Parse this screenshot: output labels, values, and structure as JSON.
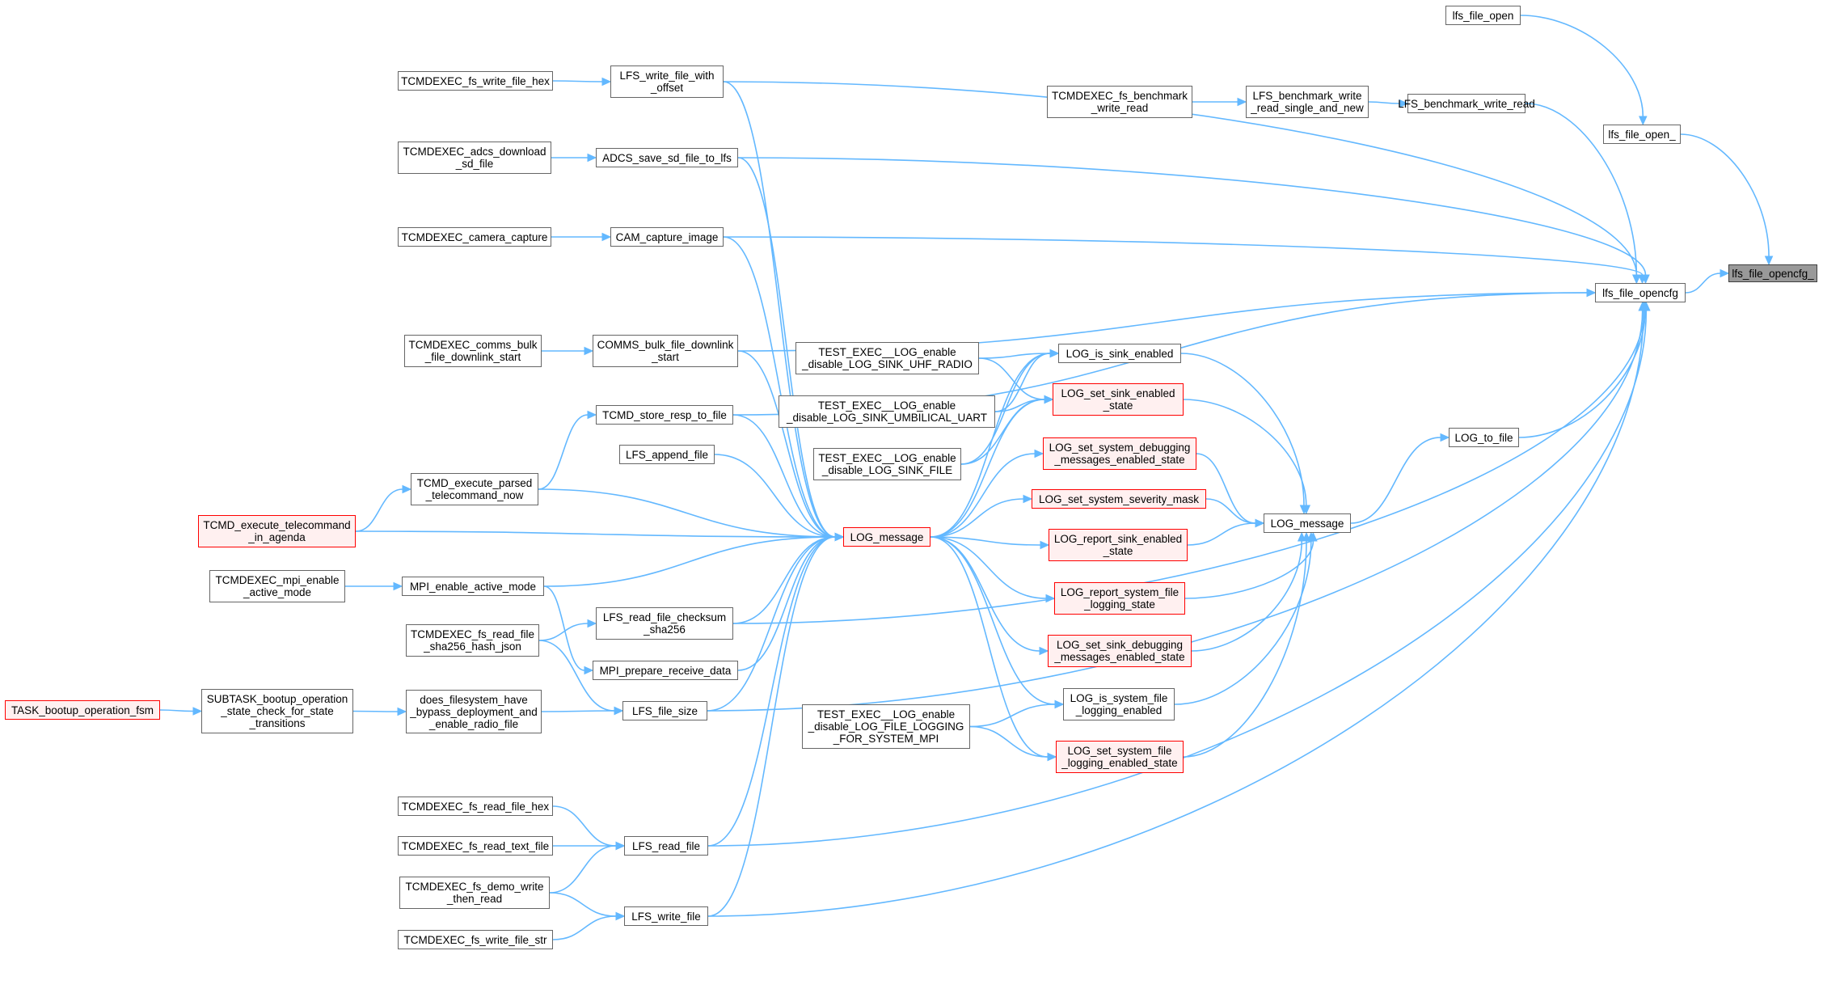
{
  "colors": {
    "edge": "#63b8ff",
    "node_border": "#666666",
    "highlight_border": "#ff0000",
    "highlight_fill": "#fff0f0",
    "focus_fill": "#999999"
  },
  "nodes": {
    "lfs_file_opencfg_": {
      "label": "lfs_file_opencfg_",
      "style": "focus"
    },
    "lfs_file_opencfg": {
      "label": "lfs_file_opencfg"
    },
    "lfs_file_open": {
      "label": "lfs_file_open"
    },
    "lfs_file_open_": {
      "label": "lfs_file_open_"
    },
    "LFS_benchmark_write_read": {
      "label": "LFS_benchmark_write_read"
    },
    "LFS_benchmark_write_read_single_and_new": {
      "label": "LFS_benchmark_write\n_read_single_and_new"
    },
    "TCMDEXEC_fs_benchmark_write_read": {
      "label": "TCMDEXEC_fs_benchmark\n_write_read"
    },
    "LOG_to_file": {
      "label": "LOG_to_file"
    },
    "LOG_message_center": {
      "label": "LOG_message"
    },
    "LOG_message": {
      "label": "LOG_message",
      "style": "red"
    },
    "LFS_write_file_with_offset": {
      "label": "LFS_write_file_with\n_offset"
    },
    "TCMDEXEC_fs_write_file_hex": {
      "label": "TCMDEXEC_fs_write_file_hex"
    },
    "ADCS_save_sd_file_to_lfs": {
      "label": "ADCS_save_sd_file_to_lfs"
    },
    "TCMDEXEC_adcs_download_sd_file": {
      "label": "TCMDEXEC_adcs_download\n_sd_file"
    },
    "CAM_capture_image": {
      "label": "CAM_capture_image"
    },
    "TCMDEXEC_camera_capture": {
      "label": "TCMDEXEC_camera_capture"
    },
    "COMMS_bulk_file_downlink_start": {
      "label": "COMMS_bulk_file_downlink\n_start"
    },
    "TCMDEXEC_comms_bulk_file_downlink_start": {
      "label": "TCMDEXEC_comms_bulk\n_file_downlink_start"
    },
    "TCMD_store_resp_to_file": {
      "label": "TCMD_store_resp_to_file"
    },
    "LFS_append_file": {
      "label": "LFS_append_file"
    },
    "TCMD_execute_parsed_telecommand_now": {
      "label": "TCMD_execute_parsed\n_telecommand_now"
    },
    "TCMD_execute_telecommand_in_agenda": {
      "label": "TCMD_execute_telecommand\n_in_agenda",
      "style": "red"
    },
    "MPI_enable_active_mode": {
      "label": "MPI_enable_active_mode"
    },
    "TCMDEXEC_mpi_enable_active_mode": {
      "label": "TCMDEXEC_mpi_enable\n_active_mode"
    },
    "LFS_read_file_checksum_sha256": {
      "label": "LFS_read_file_checksum\n_sha256"
    },
    "TCMDEXEC_fs_read_file_sha256_hash_json": {
      "label": "TCMDEXEC_fs_read_file\n_sha256_hash_json"
    },
    "MPI_prepare_receive_data": {
      "label": "MPI_prepare_receive_data"
    },
    "LFS_file_size": {
      "label": "LFS_file_size"
    },
    "does_filesystem_have_bypass_deployment_and_enable_radio_file": {
      "label": "does_filesystem_have\n_bypass_deployment_and\n_enable_radio_file"
    },
    "SUBTASK_bootup_operation_state_check_for_state_transitions": {
      "label": "SUBTASK_bootup_operation\n_state_check_for_state\n_transitions"
    },
    "TASK_bootup_operation_fsm": {
      "label": "TASK_bootup_operation_fsm",
      "style": "red"
    },
    "LFS_read_file": {
      "label": "LFS_read_file"
    },
    "TCMDEXEC_fs_read_file_hex": {
      "label": "TCMDEXEC_fs_read_file_hex"
    },
    "TCMDEXEC_fs_read_text_file": {
      "label": "TCMDEXEC_fs_read_text_file"
    },
    "TCMDEXEC_fs_demo_write_then_read": {
      "label": "TCMDEXEC_fs_demo_write\n_then_read"
    },
    "LFS_write_file": {
      "label": "LFS_write_file"
    },
    "TCMDEXEC_fs_write_file_str": {
      "label": "TCMDEXEC_fs_write_file_str"
    },
    "LOG_is_sink_enabled": {
      "label": "LOG_is_sink_enabled"
    },
    "LOG_set_sink_enabled_state": {
      "label": "LOG_set_sink_enabled\n_state",
      "style": "red"
    },
    "LOG_set_system_debugging_messages_enabled_state": {
      "label": "LOG_set_system_debugging\n_messages_enabled_state",
      "style": "red"
    },
    "LOG_set_system_severity_mask": {
      "label": "LOG_set_system_severity_mask",
      "style": "red"
    },
    "LOG_report_sink_enabled_state": {
      "label": "LOG_report_sink_enabled\n_state",
      "style": "red"
    },
    "LOG_report_system_file_logging_state": {
      "label": "LOG_report_system_file\n_logging_state",
      "style": "red"
    },
    "LOG_set_sink_debugging_messages_enabled_state": {
      "label": "LOG_set_sink_debugging\n_messages_enabled_state",
      "style": "red"
    },
    "LOG_is_system_file_logging_enabled": {
      "label": "LOG_is_system_file\n_logging_enabled"
    },
    "LOG_set_system_file_logging_enabled_state": {
      "label": "LOG_set_system_file\n_logging_enabled_state",
      "style": "red"
    },
    "TEST_EXEC__LOG_enable_disable_LOG_SINK_UHF_RADIO": {
      "label": "TEST_EXEC__LOG_enable\n_disable_LOG_SINK_UHF_RADIO"
    },
    "TEST_EXEC__LOG_enable_disable_LOG_SINK_UMBILICAL_UART": {
      "label": "TEST_EXEC__LOG_enable\n_disable_LOG_SINK_UMBILICAL_UART"
    },
    "TEST_EXEC__LOG_enable_disable_LOG_SINK_FILE": {
      "label": "TEST_EXEC__LOG_enable\n_disable_LOG_SINK_FILE"
    },
    "TEST_EXEC__LOG_enable_disable_LOG_FILE_LOGGING_FOR_SYSTEM_MPI": {
      "label": "TEST_EXEC__LOG_enable\n_disable_LOG_FILE_LOGGING\n_FOR_SYSTEM_MPI"
    }
  }
}
